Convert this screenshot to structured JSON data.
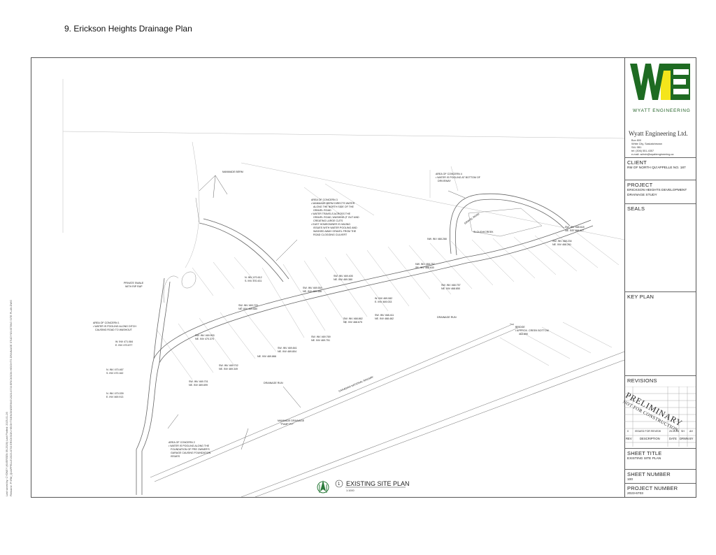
{
  "page": {
    "title": "9. Erickson Heights Drainage Plan"
  },
  "side_info": {
    "line1": "Last saved by: CYDNEY (KVERSEN 09-2526)      Last Plotted: 2025-01-26",
    "line2": "Filename: P:\\RM_QUAPPELLE\\2023-6703 ERICKSON HEIGHTS\\ENGINEERING\\2023-6703 ERICKSON HEIGHTS DRAINAGE STUDY\\EXISTING SITE PLAN.DWG"
  },
  "drawing": {
    "labels": {
      "manmade_berm": "MANMADE BERM",
      "aoc3_title": "AREA OF CONCERN 3",
      "aoc3_l1": "• MANMADE BERM DIRECTS WATER",
      "aoc3_l2": "ALONG THE NORTH SIDE OF THE",
      "aoc3_l3": "GRAVEL ROAD",
      "aoc3_l4": "• WATER TRAVELS ACROSS THE",
      "aoc3_l5": "GRAVEL ROAD, WASHING IT OUT AND",
      "aoc3_l6": "CREATING LARGE CUTS",
      "aoc3_l7": "• EAST HOMEOWNER IS HAVING",
      "aoc3_l8": "ISSUES WITH WATER POOLING AND",
      "aoc3_l9": "WASHED AWAY GRAVEL FROM THE",
      "aoc3_l10": "ROAD CLOGGING CULVERT",
      "aoc4_title": "AREA OF CONCERN 4",
      "aoc4_l1": "• WATER IS POOLING AT BOTTOM OF",
      "aoc4_l2": "DRIVEWAY",
      "gravel_road": "GRAVEL ROAD",
      "slough": "SLOUGH/CREEK",
      "private_swale_1": "PRIVATE SWALE",
      "private_swale_2": "WITH RIP RAP",
      "aoc1_title": "AREA OF CONCERN 1",
      "aoc1_l1": "• WATER IS POOLING ALONG DITCH",
      "aoc1_l2": "CAUSING ROAD TO WASHOUT",
      "aoc2_title": "AREA OF CONCERN 2",
      "aoc2_l1": "• WATER IS POOLING ALONG THE",
      "aoc2_l2": "FOUNDATION OF PRE OWNER'S",
      "aoc2_l3": "GARAGE CAUSING FOUNDATION",
      "aoc2_l4": "ISSUES",
      "drainage_run_1": "DRAINAGE RUN",
      "drainage_run_2": "DRAINAGE RUN",
      "manmade_drainage_1": "MANMADE DRAINAGE",
      "manmade_drainage_2": "\"PUMP PIT\"",
      "railway": "CANADIAN NATIONAL RAILWAY",
      "bridge_1": "BRIDGE",
      "bridge_2": "• APPROX. CREEK BOTTOM",
      "bridge_3": "464.890",
      "inv_n470": "N. INV 470.612",
      "inv_s470": "S. INV 470.431",
      "inv_sw469_3": "SW. INV 469.554",
      "inv_ne469_3": "NE. INV 469.466",
      "inv_sw469_4": "SW. INV 469.405",
      "inv_ne469_4": "NE. INV 469.380",
      "inv_sw469_1": "SW. INV 469.729",
      "inv_ne469_1": "NE. INV 469.680",
      "inv_w469": "W. INV 469.082",
      "inv_e469": "E. INV 469.033",
      "inv_sw468_3": "SW. INV 468.862",
      "inv_ne468_3": "NE. INV 468.675",
      "inv_sw468_4": "SW. INV 468.411",
      "inv_ne468_4": "NE. INV 468.462",
      "inv_nw468": "NW. INV 468.757",
      "inv_se468": "SE. INV 468.630",
      "inv_sw468_5": "SW. INV 468.757",
      "inv_ne468_5": "NE. INV 468.850",
      "inv_nw468b": "NW. INV 468.268",
      "inv_sw468_6": "SW. INV 468.618",
      "inv_ne468_6": "NE. INV 468.027",
      "inv_sw468_7": "SW. INV 468.234",
      "inv_ne468_7": "NE. INV 468.261",
      "inv_sw469_2": "SW. INV 469.903",
      "inv_ne469_2": "NE. INV 470.370",
      "inv_sw469_5": "SW. INV 469.769",
      "inv_ne469_5": "NE. INV 469.751",
      "inv_sw469_6": "SW. INV 469.841",
      "inv_ne469_6": "NE. INV 469.804",
      "inv_ne469_7": "NE. INV 469.866",
      "inv_w471": "W. INV 471.084",
      "inv_e470": "E. INV 470.877",
      "inv_n470b": "N. INV 470.467",
      "inv_s470b": "S. INV 470.162",
      "inv_n470c": "N. INV 470.039",
      "inv_e469c": "E. INV 469.913",
      "inv_sw469_8": "SW. INV 469.702",
      "inv_ne469_8": "NE. INV 469.349",
      "inv_sw469_9": "SW. INV 469.701",
      "inv_ne469_9": "NE. INV 469.699"
    },
    "plan_title": {
      "number": "1",
      "name": "EXISTING SITE PLAN",
      "scale": "1:1000"
    }
  },
  "title_block": {
    "logo": "WE",
    "logo_sub": "WYATT ENGINEERING",
    "company": "Wyatt Engineering Ltd.",
    "address_lines": [
      "Box 800",
      "White City, Saskatchewan",
      "S4L 5B1",
      "tel: (306) 551-4357",
      "e-mail: admin@wyattengineering.ca"
    ],
    "client_header": "CLIENT",
    "client_value": "RM OF NORTH QU'APPELLE NO. 187",
    "project_header": "PROJECT",
    "project_lines": [
      "ERICKSON HEIGHTS DEVELOPMENT",
      "DRAINAGE STUDY"
    ],
    "seals_header": "SEALS",
    "stamp_line1": "PRELIMINARY",
    "stamp_line2": "NOT FOR CONSTRUCTION",
    "key_plan_header": "KEY PLAN",
    "revisions_header": "REVISIONS",
    "revision_row": {
      "rev": "0",
      "description": "ISSUED FOR REVIEW",
      "date": "25.05.26",
      "drwn": "SH",
      "by": "AH"
    },
    "revision_cols": {
      "rev": "REV",
      "description": "DESCRIPTION",
      "date": "DATE",
      "drwn": "DRWN",
      "by": "BY"
    },
    "sheet_title_header": "SHEET TITLE",
    "sheet_title_value": "EXISTING SITE PLAN",
    "sheet_number_header": "SHEET NUMBER",
    "sheet_number_value": "100",
    "project_number_header": "PROJECT NUMBER",
    "project_number_value": "2023-6703"
  },
  "colors": {
    "logo_green": "#1e6b22",
    "logo_yellow": "#f4e51b",
    "line": "#555555"
  }
}
